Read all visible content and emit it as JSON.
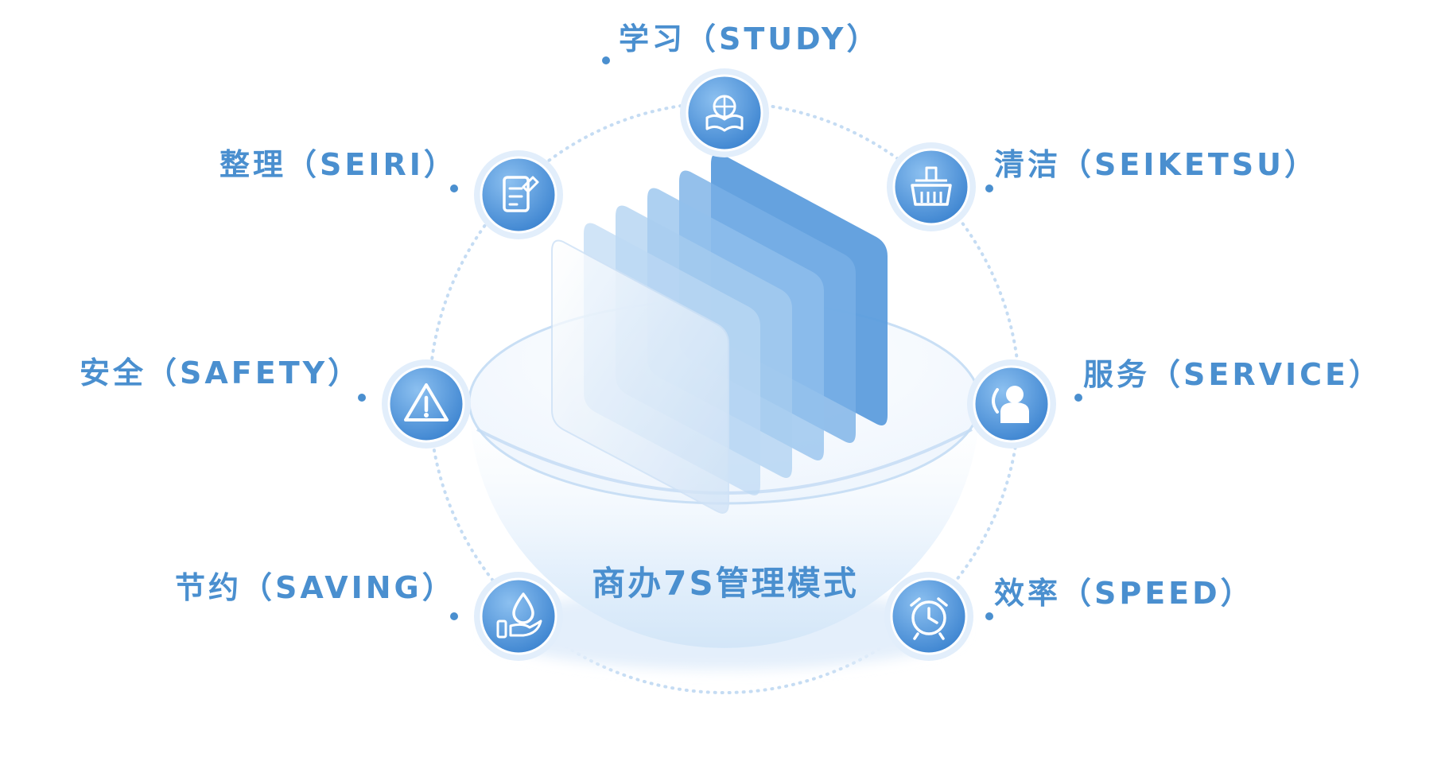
{
  "title": "商办7S管理模式",
  "items": [
    {
      "key": "study",
      "label": "学习（STUDY）",
      "icon": "book-globe-icon"
    },
    {
      "key": "seiri",
      "label": "整理（SEIRI）",
      "icon": "document-pen-icon"
    },
    {
      "key": "seiketsu",
      "label": "清洁（SEIKETSU）",
      "icon": "broom-icon"
    },
    {
      "key": "safety",
      "label": "安全（SAFETY）",
      "icon": "warning-icon"
    },
    {
      "key": "service",
      "label": "服务（SERVICE）",
      "icon": "headset-person-icon"
    },
    {
      "key": "saving",
      "label": "节约（SAVING）",
      "icon": "water-drop-hand-icon"
    },
    {
      "key": "speed",
      "label": "效率（SPEED）",
      "icon": "alarm-clock-icon"
    }
  ],
  "colors": {
    "accent": "#4a8fcf",
    "node_light": "#7ab4ea",
    "node_dark": "#3d86d2",
    "dots": "#c5dcf3",
    "line": "#bcd6ef"
  }
}
